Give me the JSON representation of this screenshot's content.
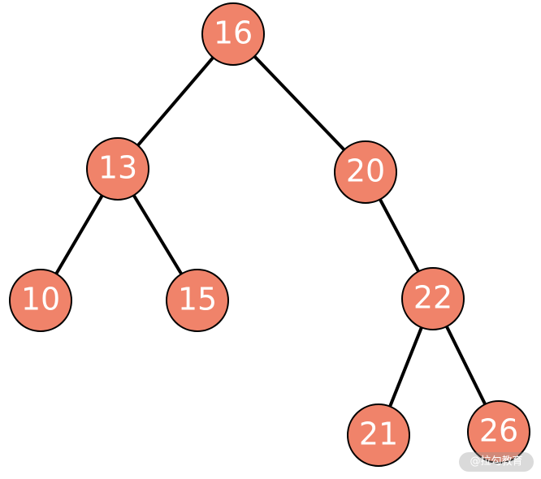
{
  "tree": {
    "node_color": "#F0836A",
    "stroke_color": "#000000",
    "nodes": [
      {
        "id": "n16",
        "label": "16"
      },
      {
        "id": "n13",
        "label": "13"
      },
      {
        "id": "n20",
        "label": "20"
      },
      {
        "id": "n10",
        "label": "10"
      },
      {
        "id": "n15",
        "label": "15"
      },
      {
        "id": "n22",
        "label": "22"
      },
      {
        "id": "n21",
        "label": "21"
      },
      {
        "id": "n26",
        "label": "26"
      }
    ],
    "edges": [
      {
        "from": "n16",
        "to": "n13"
      },
      {
        "from": "n16",
        "to": "n20"
      },
      {
        "from": "n13",
        "to": "n10"
      },
      {
        "from": "n13",
        "to": "n15"
      },
      {
        "from": "n20",
        "to": "n22"
      },
      {
        "from": "n22",
        "to": "n21"
      },
      {
        "from": "n22",
        "to": "n26"
      }
    ]
  },
  "watermark": {
    "text": "@拉勾教育"
  }
}
